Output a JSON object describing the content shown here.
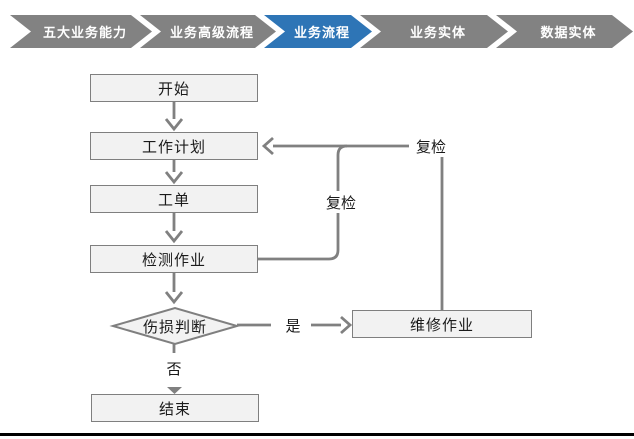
{
  "nav": {
    "items": [
      {
        "label": "五大业务能力",
        "active": false
      },
      {
        "label": "业务高级流程",
        "active": false
      },
      {
        "label": "业务流程",
        "active": true
      },
      {
        "label": "业务实体",
        "active": false
      },
      {
        "label": "数据实体",
        "active": false
      }
    ]
  },
  "flow": {
    "nodes": {
      "start": {
        "label": "开始"
      },
      "plan": {
        "label": "工作计划"
      },
      "order": {
        "label": "工单"
      },
      "inspect": {
        "label": "检测作业"
      },
      "judge": {
        "label": "伤损判断"
      },
      "repair": {
        "label": "维修作业"
      },
      "end": {
        "label": "结束"
      }
    },
    "edge_labels": {
      "recheck_outer": "复检",
      "recheck_inner": "复检",
      "yes": "是",
      "no": "否"
    }
  },
  "colors": {
    "active_blue": "#2e75b6",
    "chevron_gray": "#828282",
    "connector_gray": "#808080",
    "node_fill": "#f2f2f2",
    "node_border": "#7f7f7f",
    "bottom_rule": "#000000"
  }
}
